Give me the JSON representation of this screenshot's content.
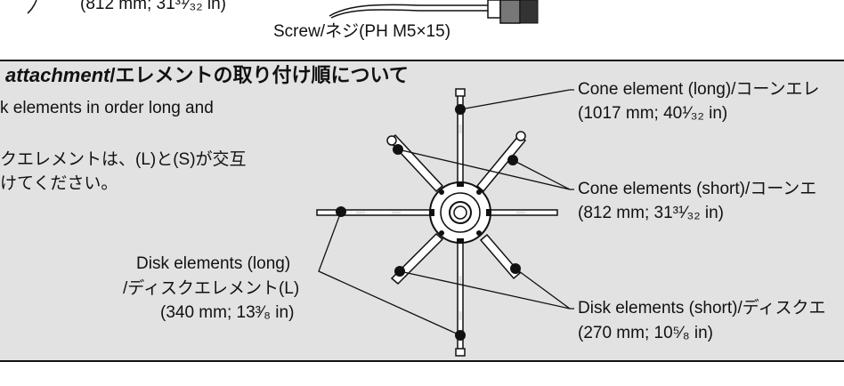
{
  "top": {
    "spec": "(812 mm; 31³¹⁄₃₂ in)",
    "screw_label": "Screw/ネジ(PH M5×15)"
  },
  "section": {
    "heading_en": "attachment",
    "heading_jp": "/エレメントの取り付け順について",
    "body_en": "k elements in order long and",
    "body_jp_1": "クエレメントは、(L)と(S)が交互",
    "body_jp_2": "けてください。"
  },
  "labels": {
    "cone_long_title": "Cone element (long)/コーンエレ",
    "cone_long_spec": "(1017 mm; 40¹⁄₃₂ in)",
    "cone_short_title": "Cone elements (short)/コーンエ",
    "cone_short_spec": "(812 mm; 31³¹⁄₃₂ in)",
    "disk_long_title": "Disk elements (long)",
    "disk_long_jp": "/ディスクエレメント(L)",
    "disk_long_spec": "(340 mm; 13³⁄₈ in)",
    "disk_short_title": "Disk elements (short)/ディスクエ",
    "disk_short_spec": "(270 mm; 10⁵⁄₈ in)"
  }
}
